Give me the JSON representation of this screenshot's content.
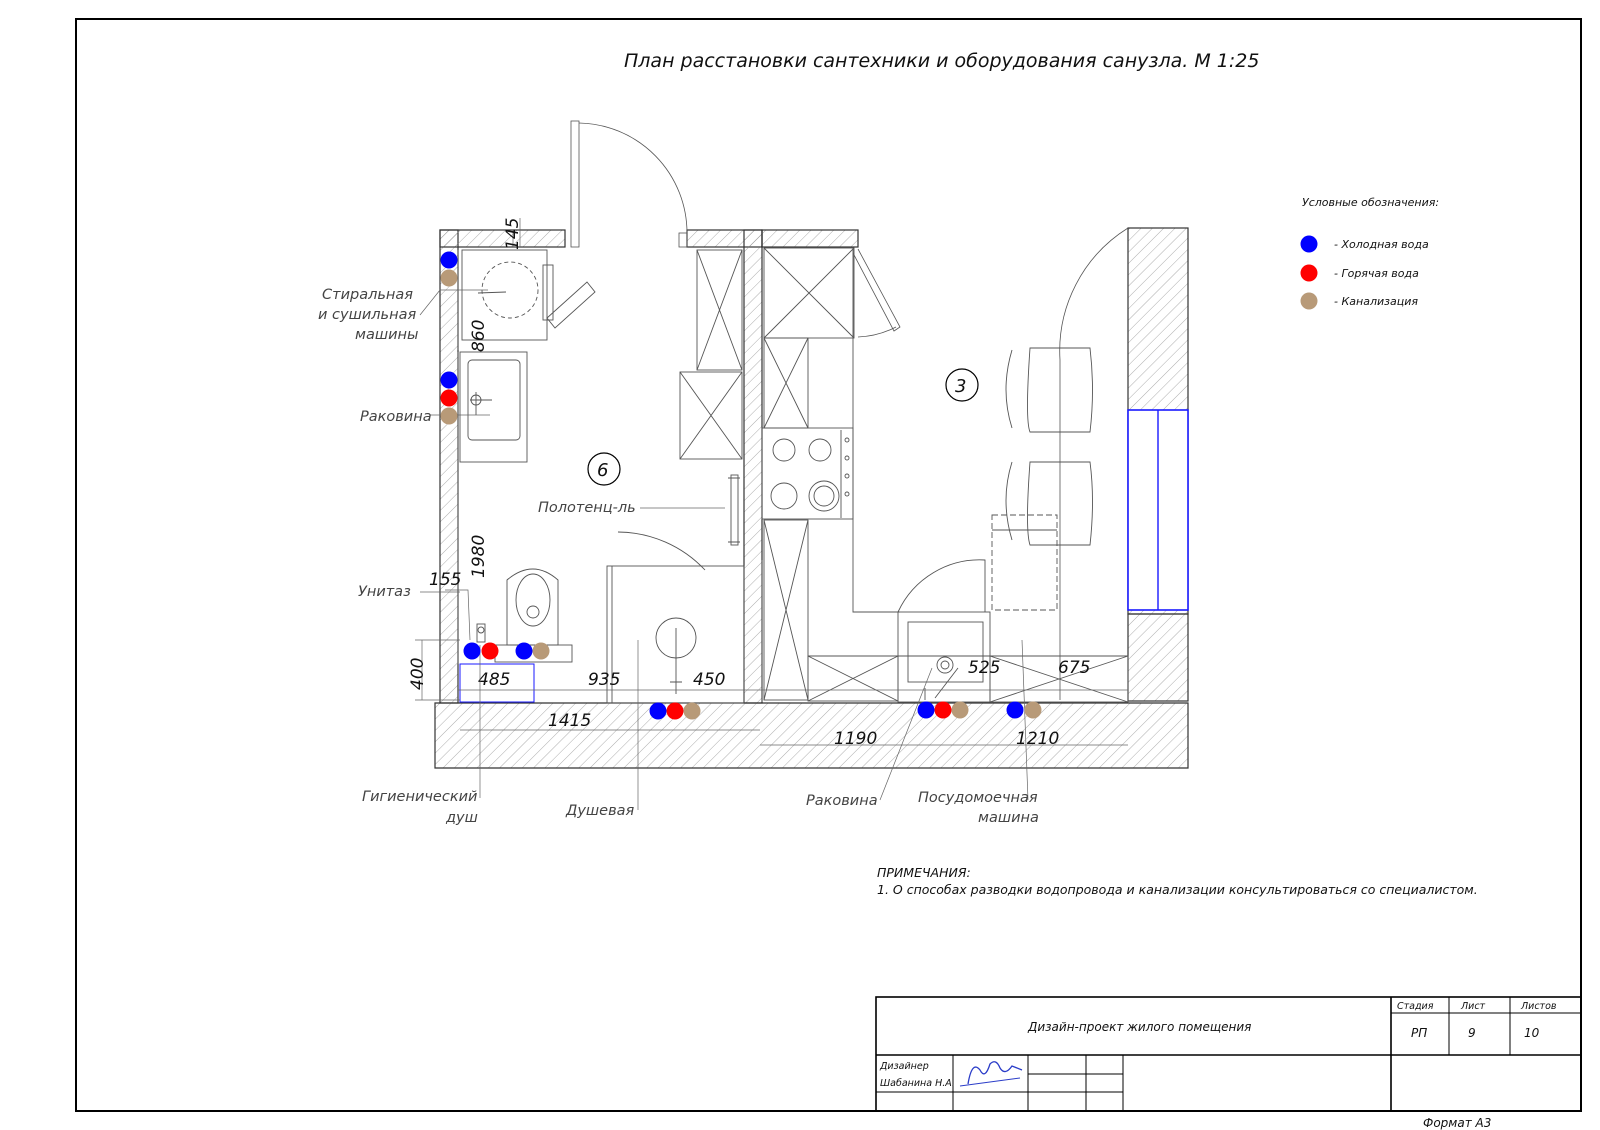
{
  "title": "План расстановки сантехники и оборудования санузла. М 1:25",
  "legend": {
    "heading": "Условные обозначения:",
    "items": [
      {
        "label": "- Холодная вода",
        "color": "#0000ff"
      },
      {
        "label": "- Горячая вода",
        "color": "#ff0000"
      },
      {
        "label": "- Канализация",
        "color": "#b89a78"
      }
    ]
  },
  "rooms": [
    "6",
    "3"
  ],
  "labels": {
    "washer": [
      "Стиральная",
      "и сушильная",
      "машины"
    ],
    "sink": "Раковина",
    "towel": "Полотенц-ль",
    "toilet": "Унитаз",
    "hygiene": [
      "Гигиенический",
      "душ"
    ],
    "shower": "Душевая",
    "kitchen_sink": "Раковина",
    "dishwasher": [
      "Посудомоечная",
      "машина"
    ]
  },
  "dimensions": [
    "145",
    "860",
    "1980",
    "155",
    "400",
    "485",
    "935",
    "450",
    "1415",
    "525",
    "675",
    "1190",
    "1210"
  ],
  "notes": {
    "heading": "ПРИМЕЧАНИЯ:",
    "lines": [
      "1. О способах разводки водопровода и канализации консультироваться со специалистом."
    ]
  },
  "title_block": {
    "project": "Дизайн-проект жилого помещения",
    "stage_label": "Стадия",
    "sheet_label": "Лист",
    "sheets_label": "Листов",
    "stage": "РП",
    "sheet": "9",
    "sheets": "10",
    "role": "Дизайнер",
    "person": "Шабанина Н.А."
  },
  "format": "Формат А3",
  "colors": {
    "cold": "#0000ff",
    "hot": "#ff0000",
    "sewer": "#b89a78",
    "cabinet": "#1a1aff"
  }
}
